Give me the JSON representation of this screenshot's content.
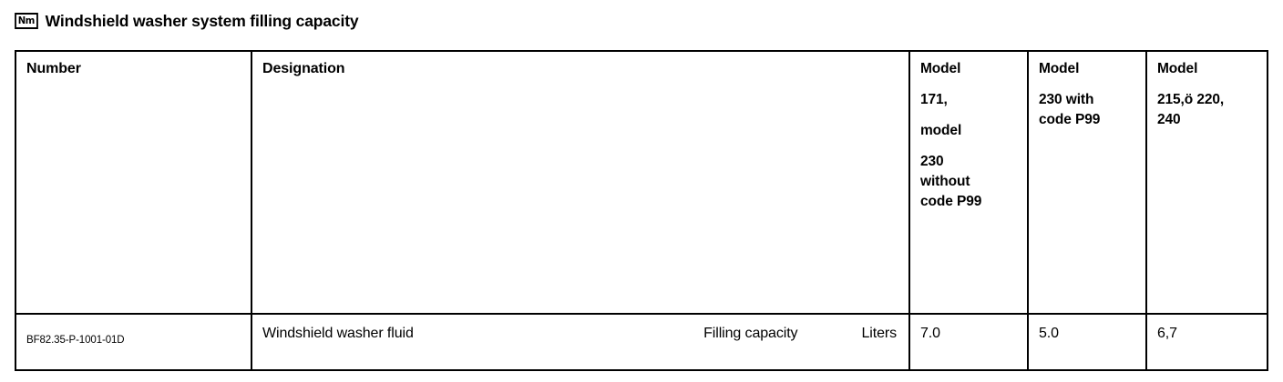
{
  "title": {
    "unit_badge": "Nm",
    "heading": "Windshield washer system filling capacity"
  },
  "table": {
    "headers": {
      "number": "Number",
      "designation": "Designation",
      "model_1": [
        "Model",
        "171,",
        "model",
        "230",
        "without",
        "code P99"
      ],
      "model_2": [
        "Model",
        "230 with",
        "code P99"
      ],
      "model_3": [
        "Model",
        "215,ö 220,",
        "240"
      ]
    },
    "rows": [
      {
        "number": "BF82.35-P-1001-01D",
        "designation": "Windshield washer fluid",
        "quantity_label": "Filling capacity",
        "unit": "Liters",
        "value_model_1": "7.0",
        "value_model_2": "5.0",
        "value_model_3": "6,7"
      }
    ]
  }
}
